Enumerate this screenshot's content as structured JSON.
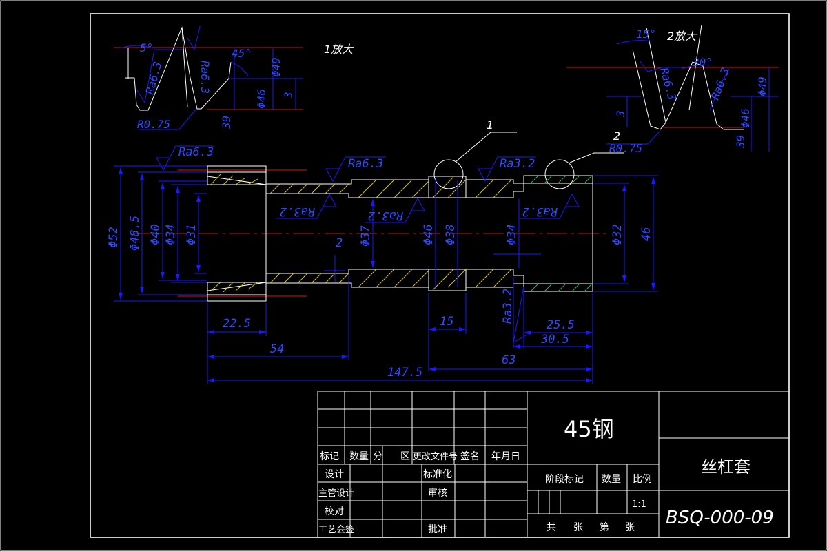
{
  "title_block": {
    "rev_headers": [
      "标记",
      "数量",
      "分",
      "区",
      "更改文件号",
      "签名",
      "年月日"
    ],
    "roles": {
      "design": "设计",
      "chief": "主管设计",
      "check": "校对",
      "process": "工艺会签"
    },
    "roles_right": {
      "standard": "标准化",
      "review": "审核",
      "approve": "批准"
    },
    "material": "45钢",
    "part_name": "丝杠套",
    "stage_label": "阶段标记",
    "qty_label": "数量",
    "scale_label": "比例",
    "scale_value": "1:1",
    "sheets": {
      "total": "共",
      "zhang1": "张",
      "sheet": "第",
      "zhang2": "张"
    },
    "drawing_no": "BSQ-000-09"
  },
  "details": {
    "detail1_label": "1放大",
    "detail2_label": "2放大",
    "callout1": "1",
    "callout2": "2"
  },
  "roughness": {
    "ra63": "Ra6.3",
    "ra32": "Ra3.2"
  },
  "dims": {
    "d52": "Φ52",
    "d485": "Φ48.5",
    "d40": "Φ40",
    "d34a": "Φ34",
    "d31": "Φ31",
    "d37": "Φ37",
    "d46": "Φ46",
    "d38": "Φ38",
    "d34b": "Φ34",
    "d32": "Φ32",
    "h46": "46",
    "gap2": "2",
    "l225": "22.5",
    "l54": "54",
    "l1475": "147.5",
    "l15": "15",
    "l255": "25.5",
    "l305": "30.5",
    "l63": "63",
    "det_d49a": "Φ49",
    "det_d46a": "Φ46",
    "det_3a": "3",
    "det_39a": "39",
    "det_r075a": "R0.75",
    "det_a5": "5°",
    "det_a45": "45°",
    "det_d49b": "Φ49",
    "det_d46b": "Φ46",
    "det_3b": "3",
    "det_39b": "39",
    "det_r075b": "R0.75",
    "det_a15": "15°",
    "det_a30": "30°"
  }
}
